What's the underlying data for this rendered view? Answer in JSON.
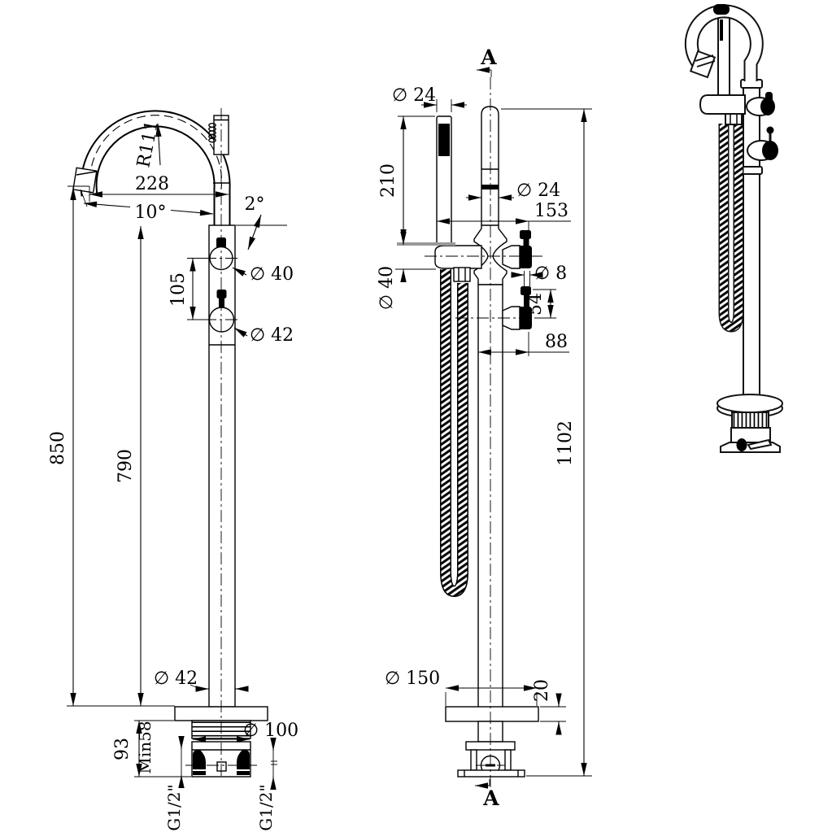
{
  "palette": {
    "background": "#ffffff",
    "line": "#000000",
    "holder_gray": "#999999"
  },
  "front_view": {
    "spout_radius": "R111",
    "spout_reach": "228",
    "spout_angle": "10°",
    "deck_angle": "2°",
    "top_handle_diameter": "∅ 40",
    "handle_spacing": "105",
    "bottom_handle_diameter": "∅ 42",
    "spout_height": "850",
    "body_height": "790",
    "column_diameter": "∅ 42",
    "base_diameter": "∅ 100",
    "under_floor_depth": "93",
    "min_floor_depth": "Min58",
    "inlet_left": "G1/2\"",
    "inlet_right": "G1/2\""
  },
  "section_view": {
    "section_label_top": "A",
    "section_label_bottom": "A",
    "handshower_diameter": "∅ 24",
    "handshower_length": "210",
    "spout_pipe_diameter": "∅ 24",
    "handshower_offset": "153",
    "body_diameter": "∅ 40",
    "handle_stem_diameter": "∅ 8",
    "handle_stem_spacing": "54",
    "handle_offset": "88",
    "overall_height": "1102",
    "base_plate_diameter": "∅ 150",
    "base_plate_thickness": "20"
  }
}
